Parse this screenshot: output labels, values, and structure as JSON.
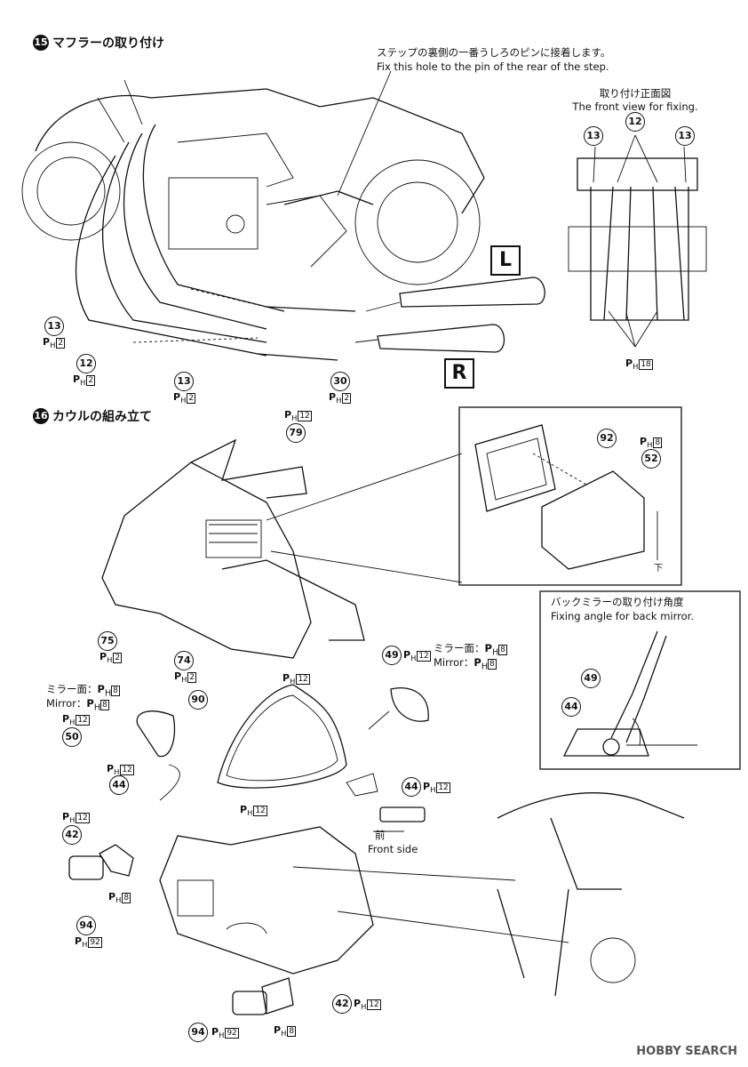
{
  "step15": {
    "num": "15",
    "title": "マフラーの取り付け"
  },
  "step16": {
    "num": "16",
    "title": "カウルの組み立て"
  },
  "note_step": {
    "jp": "ステップの裏側の一番うしろのピンに接着します。",
    "en": "Fix this hole to the pin of the rear of the step."
  },
  "front_view": {
    "jp": "取り付け正面図",
    "en": "The front view for fixing."
  },
  "side_left": "L",
  "side_right": "R",
  "mirror_angle": {
    "jp": "バックミラーの取り付け角度",
    "en": "Fixing angle for back mirror."
  },
  "mirror_face_left": {
    "jp": "ミラー面：",
    "en": "Mirror：",
    "code": "8"
  },
  "mirror_face_right": {
    "jp": "ミラー面：",
    "en": "Mirror：",
    "code": "8"
  },
  "front_side": {
    "jp": "前",
    "en": "Front side"
  },
  "small_down": "下",
  "ph_prefix": "P",
  "ph_sub": "H",
  "parts": {
    "p13a": "13",
    "p12a": "12",
    "p13b": "13",
    "p30": "30",
    "fv12": "12",
    "fv13l": "13",
    "fv13r": "13",
    "p79": "79",
    "p92": "92",
    "p52": "52",
    "p75": "75",
    "p74": "74",
    "p49": "49",
    "p90": "90",
    "p50": "50",
    "p44a": "44",
    "p44b": "44",
    "p42a": "42",
    "p94a": "94",
    "p42b": "42",
    "p94b": "94",
    "ma49": "49",
    "ma44": "44"
  },
  "codes": {
    "c13a": "2",
    "c12a": "2",
    "c13b": "2",
    "c30": "2",
    "fv18": "18",
    "c79": "12",
    "c52": "8",
    "c75": "2",
    "c74": "2",
    "c49": "12",
    "c90": "12",
    "c50": "12",
    "c44a": "12",
    "c44b": "12",
    "c42a": "12",
    "c42a8": "8",
    "c94a": "92",
    "c90b": "12",
    "c42b": "12",
    "c42b8": "8",
    "c94b": "92"
  },
  "watermark": "HOBBY SEARCH"
}
